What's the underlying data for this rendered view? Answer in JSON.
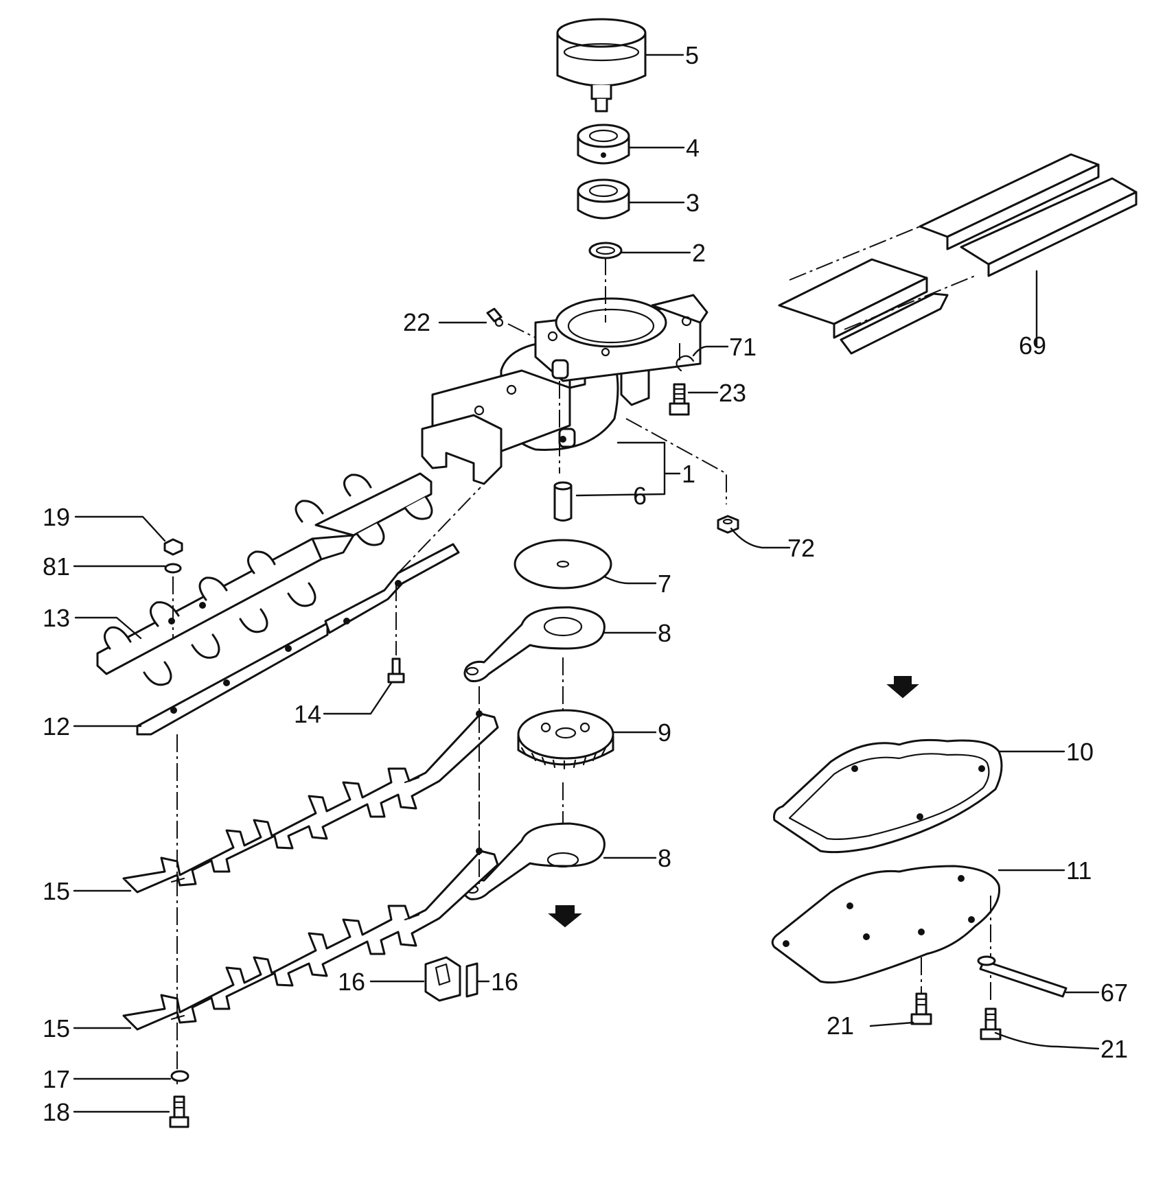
{
  "diagram": {
    "callouts": {
      "p1": "1",
      "p2": "2",
      "p3": "3",
      "p4": "4",
      "p5": "5",
      "p6": "6",
      "p7": "7",
      "p8a": "8",
      "p8b": "8",
      "p9": "9",
      "p10": "10",
      "p11": "11",
      "p12": "12",
      "p13": "13",
      "p14": "14",
      "p15a": "15",
      "p15b": "15",
      "p16a": "16",
      "p16b": "16",
      "p17": "17",
      "p18": "18",
      "p19": "19",
      "p21a": "21",
      "p21b": "21",
      "p22": "22",
      "p23": "23",
      "p67": "67",
      "p69": "69",
      "p71": "71",
      "p72": "72",
      "p81": "81"
    }
  }
}
